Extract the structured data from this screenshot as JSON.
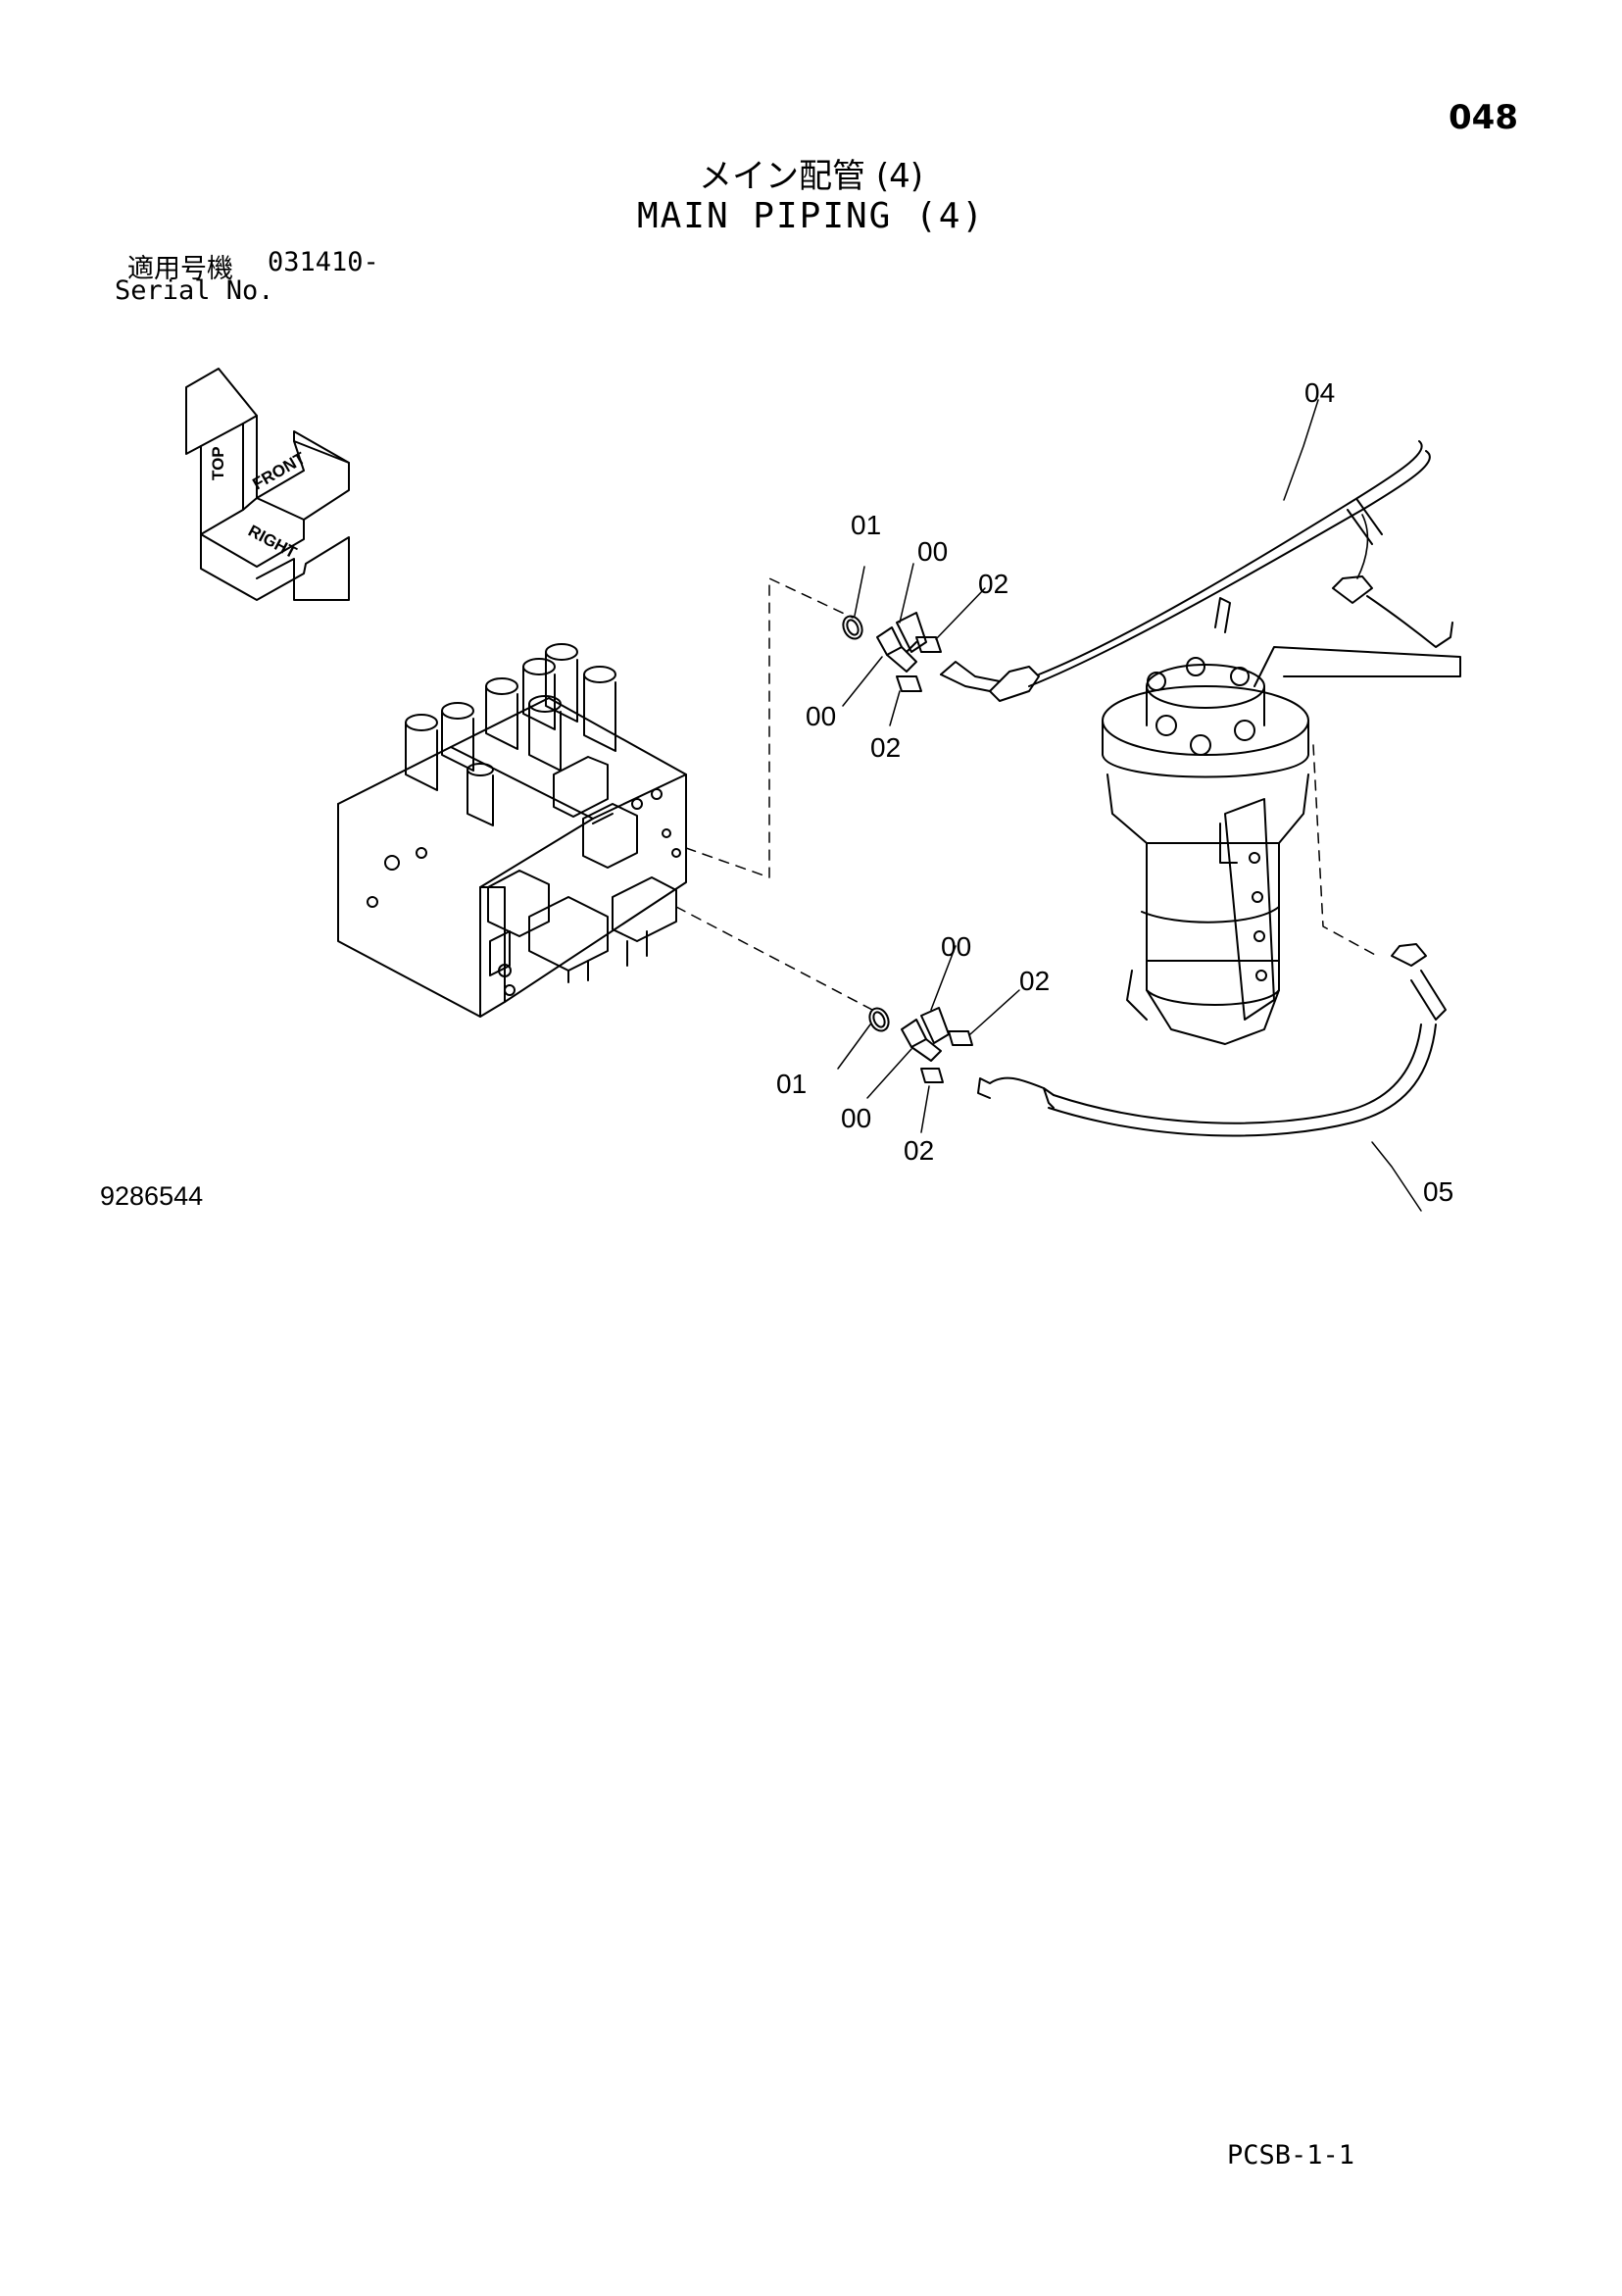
{
  "header": {
    "page_number": "048",
    "title_jp": "メイン配管 (4)",
    "title_en": "MAIN PIPING (4)"
  },
  "serial": {
    "label_jp": "適用号機",
    "value": "031410-",
    "label_en": "Serial No."
  },
  "orientation": {
    "top": "TOP",
    "front": "FRONT",
    "right": "RIGHT"
  },
  "callouts": {
    "c01_upper": "01",
    "c00_upper_a": "00",
    "c02_upper_a": "02",
    "c00_upper_b": "00",
    "c02_upper_b": "02",
    "c04": "04",
    "c00_lower_a": "00",
    "c02_lower_a": "02",
    "c01_lower": "01",
    "c00_lower_b": "00",
    "c02_lower_b": "02",
    "c05": "05"
  },
  "footer": {
    "drawing_number": "9286544",
    "sheet_code": "PCSB-1-1"
  }
}
